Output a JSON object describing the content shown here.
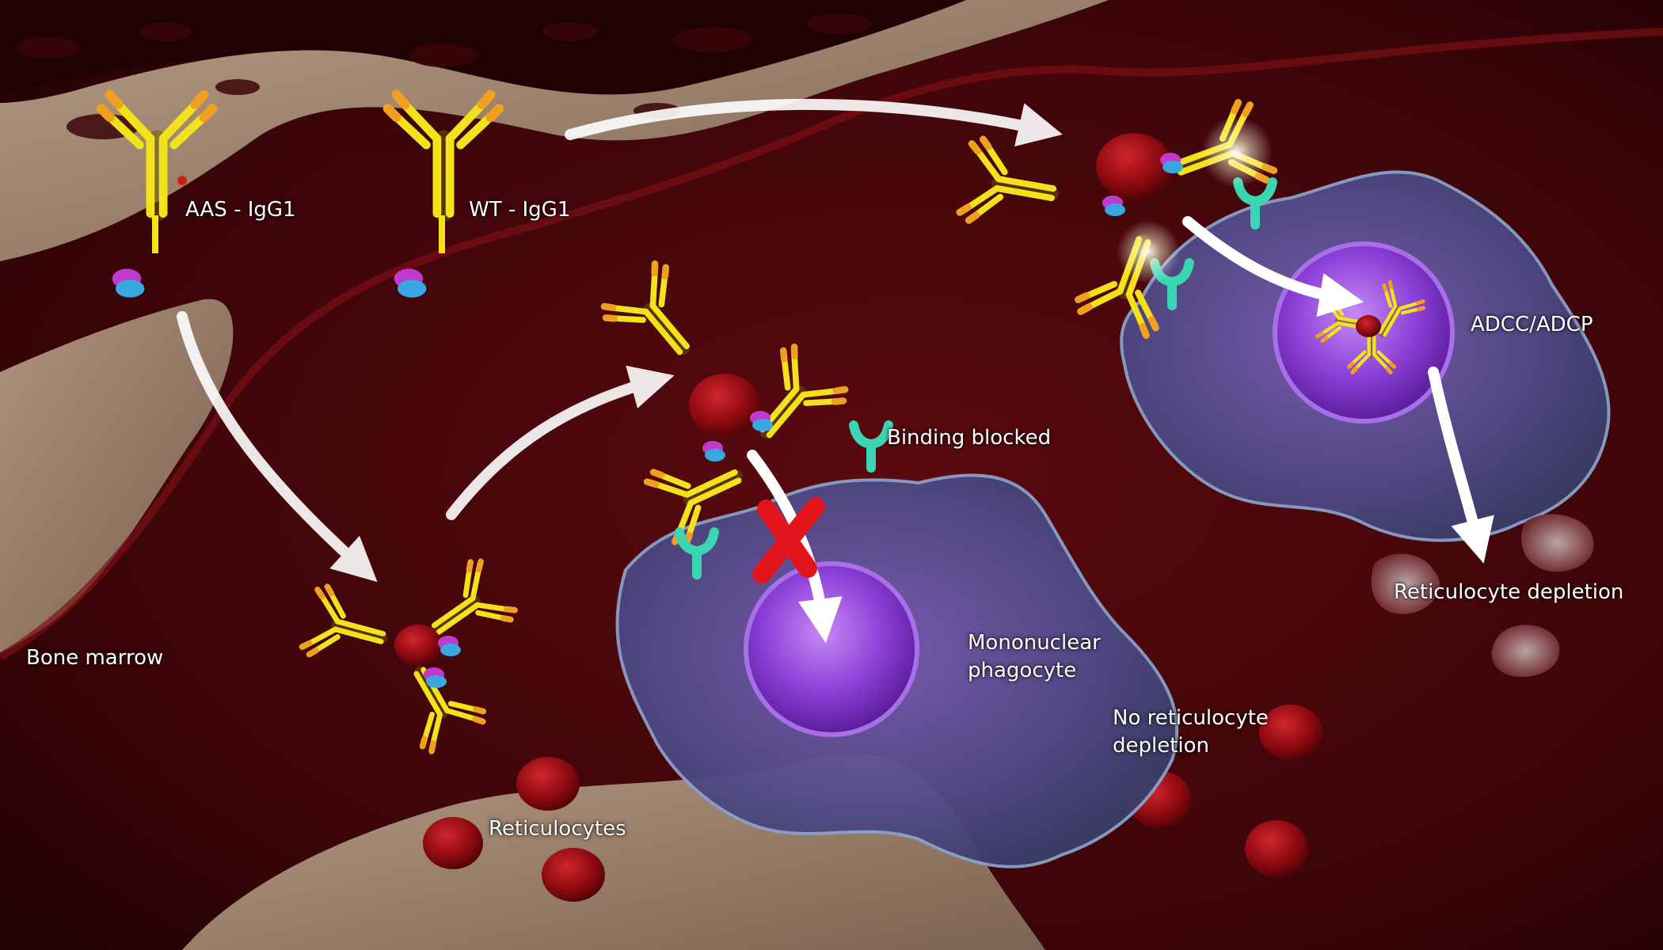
{
  "labels": {
    "aas_igg1": "AAS - IgG1",
    "wt_igg1": "WT - IgG1",
    "bone_marrow": "Bone marrow",
    "reticulocytes": "Reticulocytes",
    "binding_blocked": "Binding blocked",
    "mononuclear_phagocyte": "Mononuclear\nphagocyte",
    "no_reticulocyte_depletion": "No reticulocyte\ndepletion",
    "adcc_adcp": "ADCC/ADCP",
    "reticulocyte_depletion": "Reticulocyte depletion"
  },
  "colors": {
    "antibody": "#f2e21c",
    "antibody_tip": "#f0a020",
    "reticulocyte": "#9e0b12",
    "fc_receptor": "#3ad6b4",
    "phagocyte_nucleus": "#9b4ee0",
    "block_mark": "#e3141b",
    "arrow": "#ffffff",
    "bone_marrow_tissue": "#a58a73"
  }
}
